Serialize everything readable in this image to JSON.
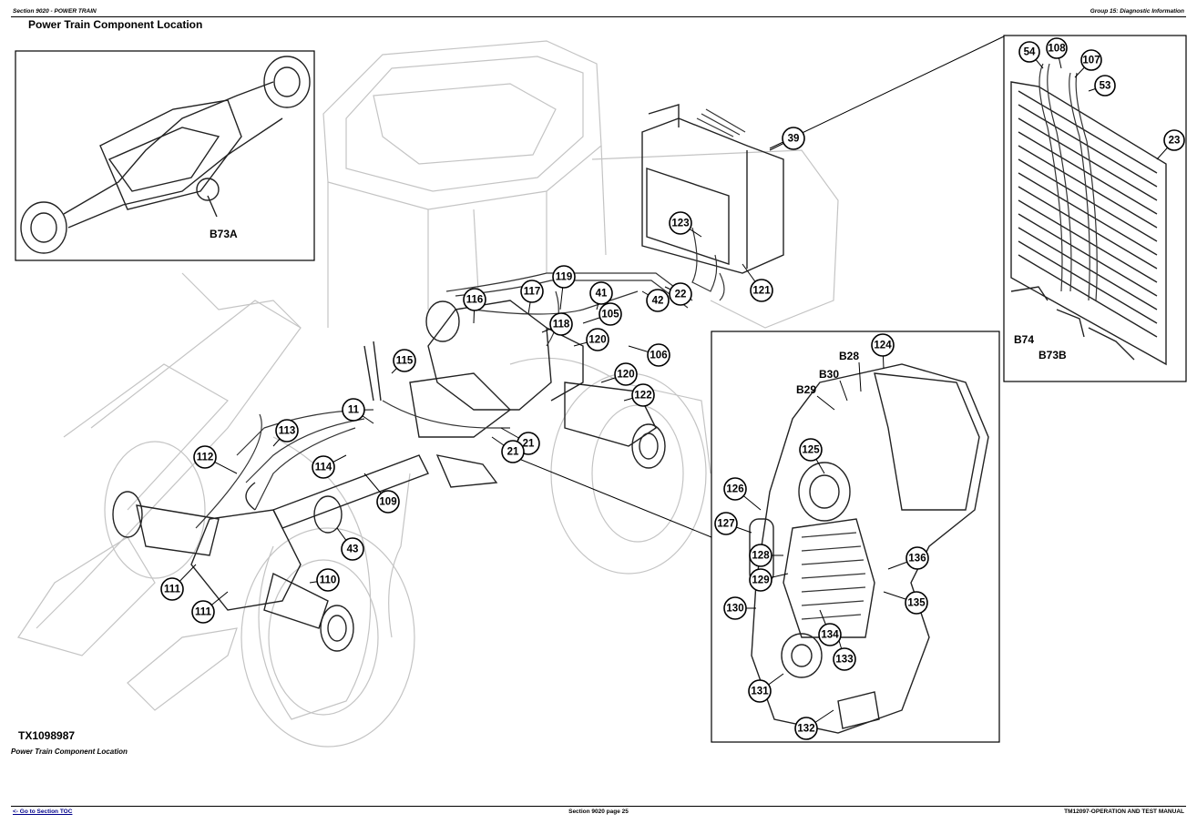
{
  "header": {
    "left": "Section 9020 - POWER TRAIN",
    "right": "Group 15: Diagnostic Information"
  },
  "title": "Power Train Component Location",
  "figure_id": "TX1098987",
  "caption": "Power Train Component Location",
  "footer": {
    "toc_link": "<- Go to Section TOC",
    "page": "Section 9020 page 25",
    "manual": "TM12097-OPERATION AND TEST MANUAL"
  },
  "insets": {
    "axle": {
      "labels": [
        "B73A"
      ]
    },
    "cooler": {
      "callouts": [
        "54",
        "108",
        "107",
        "53",
        "23"
      ],
      "labels": [
        "B74",
        "B73B"
      ]
    },
    "transmission": {
      "callouts": [
        "124",
        "125",
        "126",
        "127",
        "128",
        "129",
        "130",
        "131",
        "132",
        "133",
        "134",
        "135",
        "136"
      ],
      "labels": [
        "B28",
        "B30",
        "B29"
      ]
    }
  },
  "main_callouts": [
    "39",
    "123",
    "121",
    "119",
    "117",
    "116",
    "41",
    "105",
    "42",
    "22",
    "118",
    "120",
    "106",
    "120",
    "122",
    "115",
    "11",
    "113",
    "112",
    "114",
    "109",
    "21",
    "21",
    "43",
    "110",
    "111",
    "111"
  ]
}
